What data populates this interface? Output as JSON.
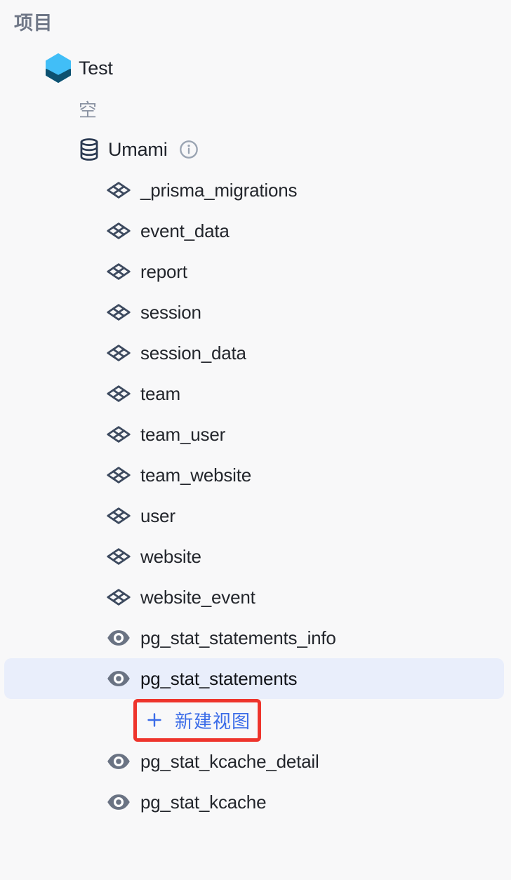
{
  "sidebar": {
    "section_label": "项目",
    "project_label": "Test",
    "empty_label": "空",
    "database_label": "Umami",
    "tables": [
      "_prisma_migrations",
      "event_data",
      "report",
      "session",
      "session_data",
      "team",
      "team_user",
      "team_website",
      "user",
      "website",
      "website_event"
    ],
    "views": [
      "pg_stat_statements_info",
      "pg_stat_statements",
      "pg_stat_kcache_detail",
      "pg_stat_kcache"
    ],
    "selected_view": "pg_stat_statements",
    "new_view_button": {
      "label": "新建视图"
    }
  },
  "icons": {
    "project": "project-hexagon-icon",
    "database": "database-icon",
    "info": "info-icon",
    "table": "table-diamond-icon",
    "view": "view-eye-icon",
    "plus": "plus-icon"
  },
  "colors": {
    "page_background": "#F8F8F9",
    "selected_row_bg": "#E9EEFB",
    "annotation_red": "#EE342C",
    "accent_blue": "#3B6CE8",
    "section_label_gray": "#6F7787",
    "empty_gray": "#8B93A3",
    "table_icon_navy": "#3D4A5F",
    "view_icon_gray": "#6A7383",
    "database_icon_navy": "#2B3A52",
    "project_icon_light_blue": "#41BEF7",
    "project_icon_dark_blue": "#0D5170",
    "info_icon_gray": "#9AA4B2",
    "text_dark": "#23262C"
  }
}
